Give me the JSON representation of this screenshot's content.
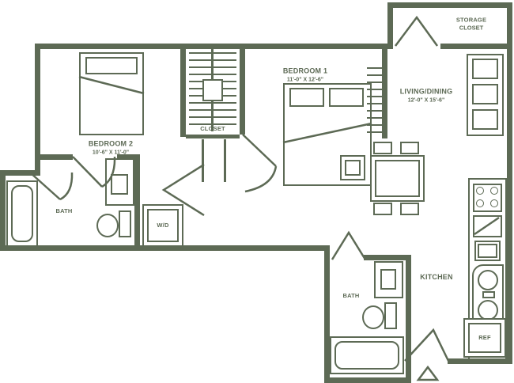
{
  "title": "Two bedroom apartment floor plan",
  "colors": {
    "line": "#5d6a55",
    "background": "#ffffff"
  },
  "rooms": {
    "bedroom_1": {
      "label": "BEDROOM 1",
      "dims": "11'-0\" X 12'-6\""
    },
    "bedroom_2": {
      "label": "BEDROOM 2",
      "dims": "10'-6\" X 11'-0\""
    },
    "living_dining": {
      "label": "LIVING/DINING",
      "dims": "12'-0\" X 15'-6\""
    },
    "kitchen": {
      "label": "KITCHEN"
    },
    "bath_1": {
      "label": "BATH"
    },
    "bath_2": {
      "label": "BATH"
    },
    "closet": {
      "label": "CLOSET"
    },
    "storage_closet": {
      "label": "STORAGE",
      "sublabel": "CLOSET"
    },
    "washer_dryer": {
      "label": "W/D"
    },
    "refrigerator": {
      "label": "REF"
    }
  }
}
